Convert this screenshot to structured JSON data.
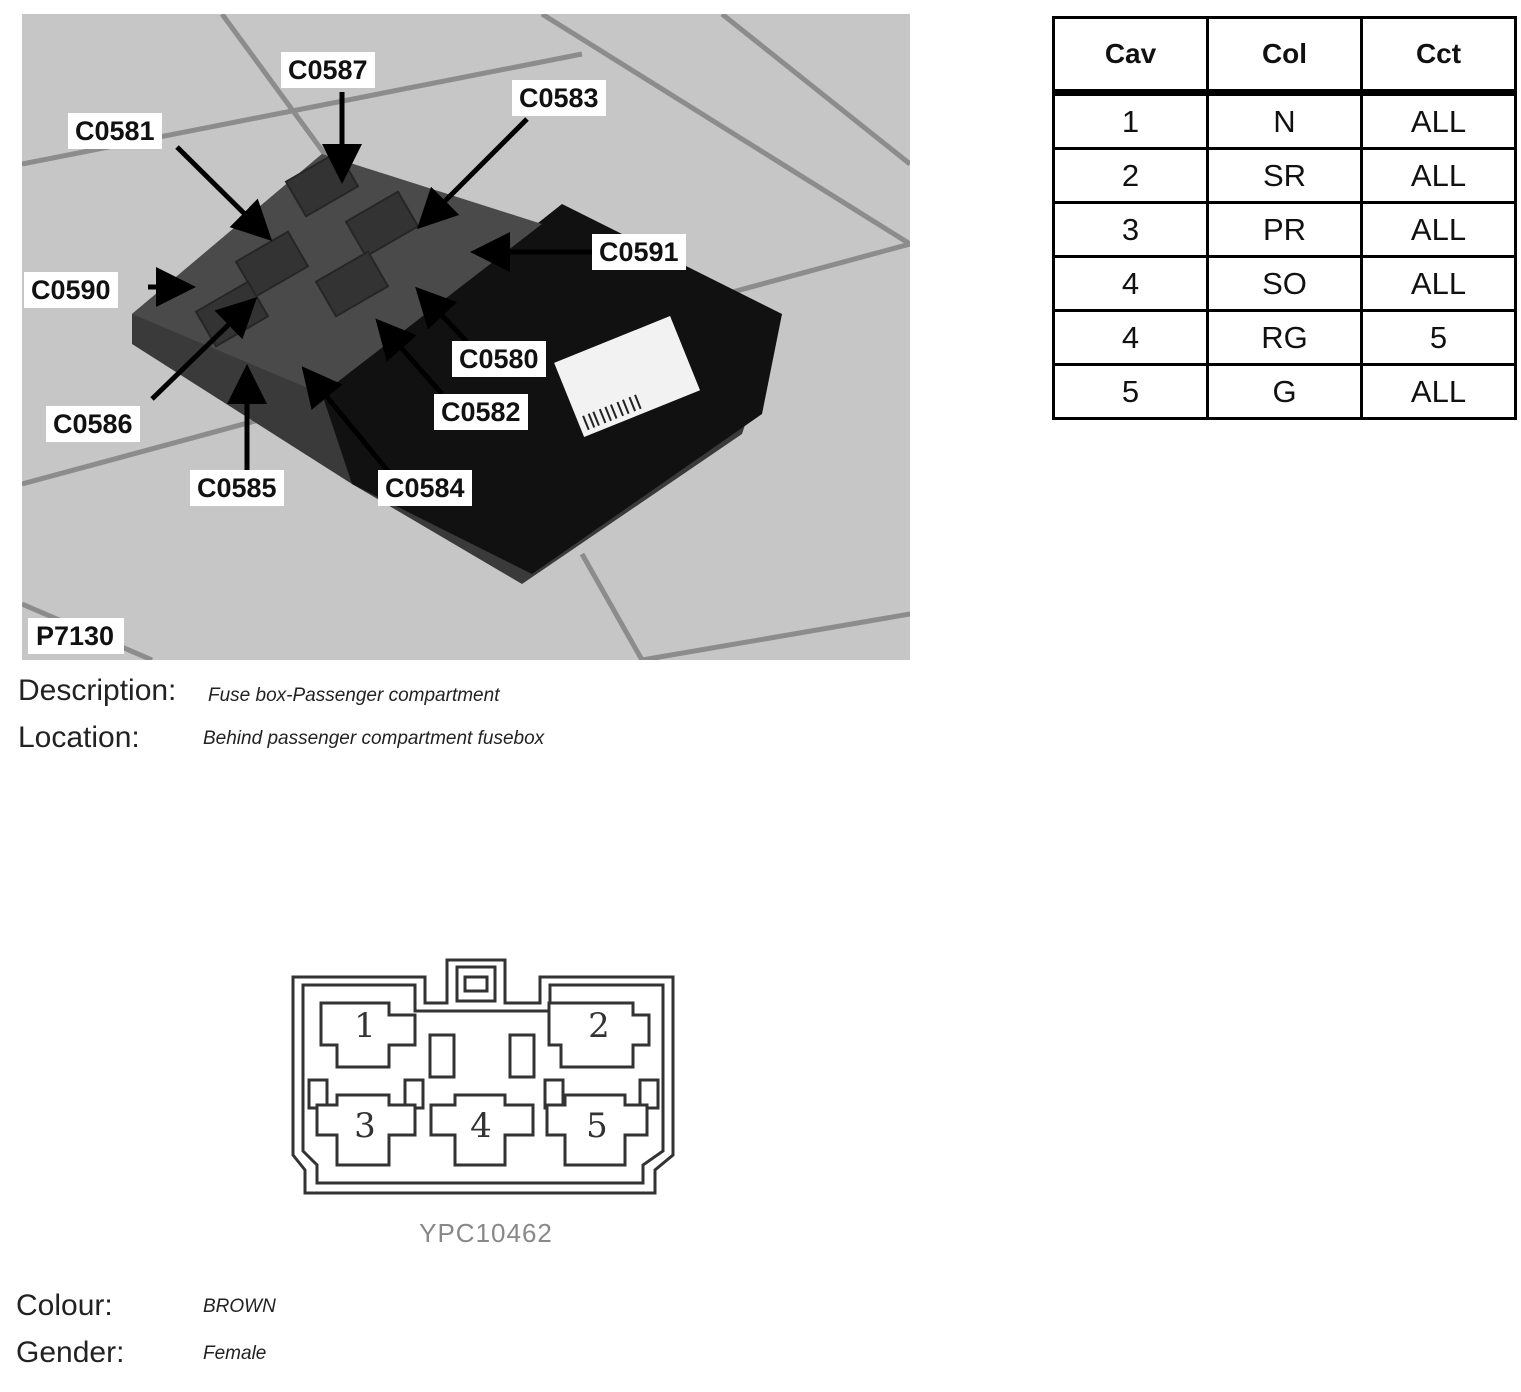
{
  "photo": {
    "callouts": [
      {
        "id": "c0587",
        "label": "C0587"
      },
      {
        "id": "c0583",
        "label": "C0583"
      },
      {
        "id": "c0581",
        "label": "C0581"
      },
      {
        "id": "c0591",
        "label": "C0591"
      },
      {
        "id": "c0590",
        "label": "C0590"
      },
      {
        "id": "c0580",
        "label": "C0580"
      },
      {
        "id": "c0586",
        "label": "C0586"
      },
      {
        "id": "c0582",
        "label": "C0582"
      },
      {
        "id": "c0585",
        "label": "C0585"
      },
      {
        "id": "c0584",
        "label": "C0584"
      }
    ],
    "photo_id": "P7130"
  },
  "info": {
    "description_label": "Description:",
    "description_value": "Fuse box-Passenger compartment",
    "location_label": "Location:",
    "location_value": "Behind passenger compartment fusebox",
    "colour_label": "Colour:",
    "colour_value": "BROWN",
    "gender_label": "Gender:",
    "gender_value": "Female"
  },
  "table": {
    "headers": [
      "Cav",
      "Col",
      "Cct"
    ],
    "rows": [
      [
        "1",
        "N",
        "ALL"
      ],
      [
        "2",
        "SR",
        "ALL"
      ],
      [
        "3",
        "PR",
        "ALL"
      ],
      [
        "4",
        "SO",
        "ALL"
      ],
      [
        "4",
        "RG",
        "5"
      ],
      [
        "5",
        "G",
        "ALL"
      ]
    ]
  },
  "connector": {
    "cavities": [
      "1",
      "2",
      "3",
      "4",
      "5"
    ],
    "part_number": "YPC10462"
  }
}
